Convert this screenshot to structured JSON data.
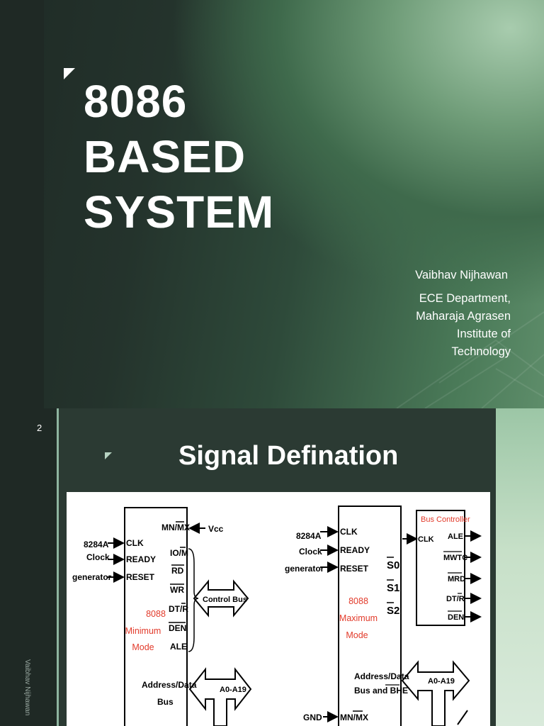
{
  "slide1": {
    "title_lines": [
      "8086",
      "BASED",
      "SYSTEM"
    ],
    "author": "Vaibhav Nijhawan",
    "affiliation_lines": [
      "ECE Department,",
      "Maharaja Agrasen",
      "Institute of",
      "Technology"
    ]
  },
  "slide2": {
    "slide_number": "2",
    "title": "Signal Defination",
    "footer_vertical": "Vaibhav Nijhawan",
    "diagram": {
      "min": {
        "clock_gen": [
          "8284A",
          "Clock",
          "generator"
        ],
        "inputs": [
          "CLK",
          "READY",
          "RESET"
        ],
        "right_pins": [
          "MN/MX",
          "IO/M",
          "RD",
          "WR",
          "DT/R",
          "DEN",
          "ALE"
        ],
        "vcc": "Vcc",
        "control_bus": "Control Bus",
        "mode": [
          "8088",
          "Minimum",
          "Mode"
        ],
        "addr_bus": [
          "Address/Data",
          "Bus"
        ],
        "addr_lines": "A0-A19"
      },
      "max": {
        "clock_gen": [
          "8284A",
          "Clock",
          "generator"
        ],
        "inputs": [
          "CLK",
          "READY",
          "RESET"
        ],
        "status": [
          "S0",
          "S1",
          "S2"
        ],
        "mode": [
          "8088",
          "Maximum",
          "Mode"
        ],
        "bus_controller": "Bus Controller",
        "bc_clk": "CLK",
        "bc_outputs": [
          "ALE",
          "MWTC",
          "MRD",
          "DT/R",
          "DEN"
        ],
        "addr_bus": [
          "Address/Data",
          "Bus and BHE"
        ],
        "addr_lines": "A0-A19",
        "gnd": "GND",
        "mnmx": "MN/MX"
      }
    }
  },
  "colors": {
    "title_text": "#ffffff",
    "mode_text": "#e23a2a",
    "dark_panel": "#2b3a33",
    "accent": "#8fb5a0"
  }
}
